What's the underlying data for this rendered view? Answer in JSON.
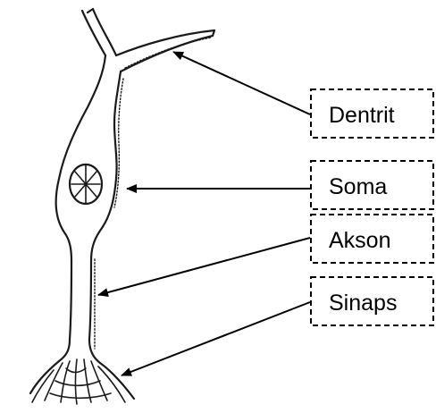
{
  "labels": {
    "dentrit": "Dentrit",
    "soma": "Soma",
    "akson": "Akson",
    "sinaps": "Sinaps"
  }
}
